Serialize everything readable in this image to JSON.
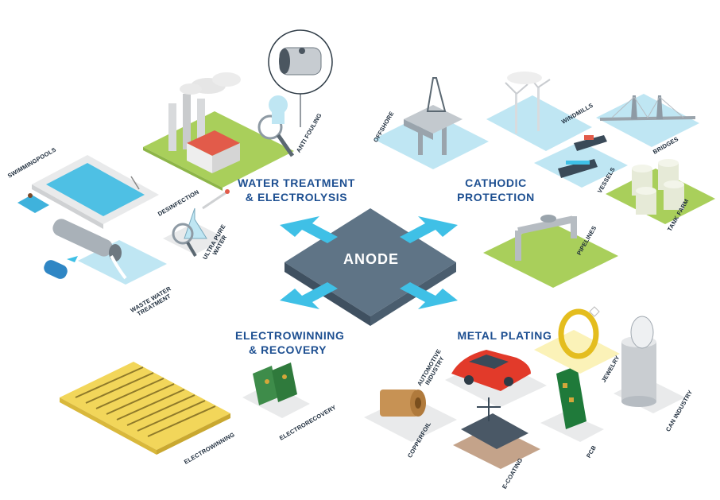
{
  "center": {
    "label": "ANODE"
  },
  "sections": {
    "water_treatment": {
      "line1": "WATER TREATMENT",
      "line2": "& ELECTROLYSIS"
    },
    "cathodic_protection": {
      "line1": "CATHODIC",
      "line2": "PROTECTION"
    },
    "electrowinning": {
      "line1": "ELECTROWINNING",
      "line2": "& RECOVERY"
    },
    "metal_plating": {
      "line1": "METAL PLATING"
    }
  },
  "labels": {
    "swimmingpools": "SWIMMINGPOOLS",
    "desinfection": "DESINFECTION",
    "ultra_pure_water_1": "ULTRA PURE",
    "ultra_pure_water_2": "WATER",
    "waste_water_1": "WASTE WATER",
    "waste_water_2": "TREATMENT",
    "anti_fouling": "ANTI FOULING",
    "offshore": "OFFSHORE",
    "windmills": "WINDMILLS",
    "bridges": "BRIDGES",
    "vessels": "VESSELS",
    "tank_farm": "TANK FARM",
    "pipelines": "PIPELINES",
    "electrowinning": "ELECTROWINNING",
    "electrorecovery": "ELECTRORECOVERY",
    "automotive_1": "AUTOMOTIVE",
    "automotive_2": "INDUSTRY",
    "copperfoil": "COPPERFOIL",
    "e_coating": "E-COATING",
    "pcb": "PCB",
    "jewelry": "JEWELRY",
    "can_industry": "CAN INDUSTRY"
  },
  "colors": {
    "heading": "#1d4f91",
    "arrow": "#3fc0e6",
    "anode_top": "#5f7486",
    "grass": "#a9cf5b",
    "water": "#bfe6f3"
  }
}
